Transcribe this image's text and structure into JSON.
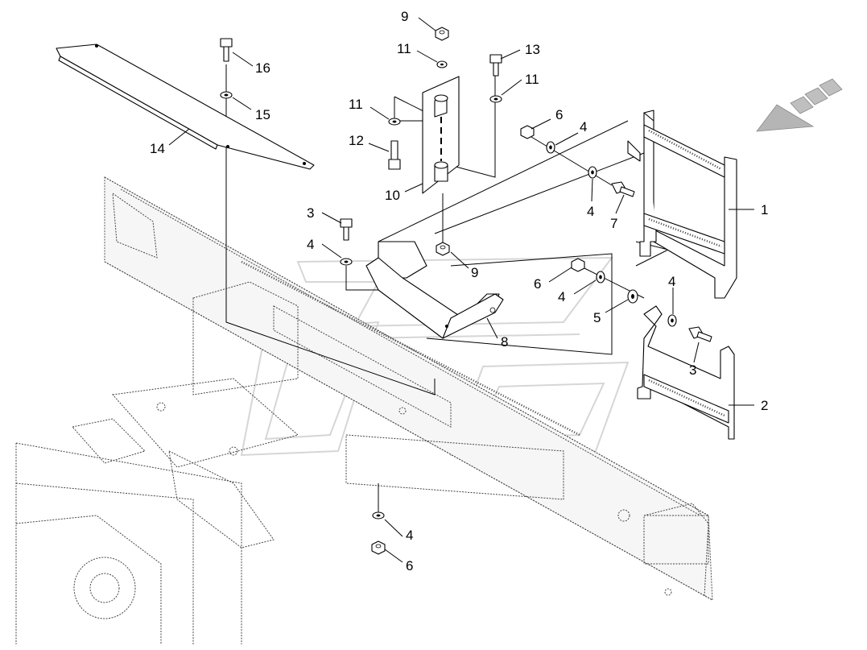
{
  "callouts": [
    {
      "id": "c1",
      "text": "1"
    },
    {
      "id": "c2",
      "text": "2"
    },
    {
      "id": "c3a",
      "text": "3"
    },
    {
      "id": "c3b",
      "text": "3"
    },
    {
      "id": "c4a",
      "text": "4"
    },
    {
      "id": "c4b",
      "text": "4"
    },
    {
      "id": "c4c",
      "text": "4"
    },
    {
      "id": "c4d",
      "text": "4"
    },
    {
      "id": "c4e",
      "text": "4"
    },
    {
      "id": "c4f",
      "text": "4"
    },
    {
      "id": "c5",
      "text": "5"
    },
    {
      "id": "c6a",
      "text": "6"
    },
    {
      "id": "c6b",
      "text": "6"
    },
    {
      "id": "c6c",
      "text": "6"
    },
    {
      "id": "c7",
      "text": "7"
    },
    {
      "id": "c8",
      "text": "8"
    },
    {
      "id": "c9a",
      "text": "9"
    },
    {
      "id": "c9b",
      "text": "9"
    },
    {
      "id": "c10",
      "text": "10"
    },
    {
      "id": "c11a",
      "text": "11"
    },
    {
      "id": "c11b",
      "text": "11"
    },
    {
      "id": "c11c",
      "text": "11"
    },
    {
      "id": "c12",
      "text": "12"
    },
    {
      "id": "c13",
      "text": "13"
    },
    {
      "id": "c14",
      "text": "14"
    },
    {
      "id": "c15",
      "text": "15"
    },
    {
      "id": "c16",
      "text": "16"
    }
  ],
  "colors": {
    "line": "#000000",
    "frame": "#555555",
    "watermark": "#d6d6d6",
    "arrow": "#9e9e9e"
  }
}
